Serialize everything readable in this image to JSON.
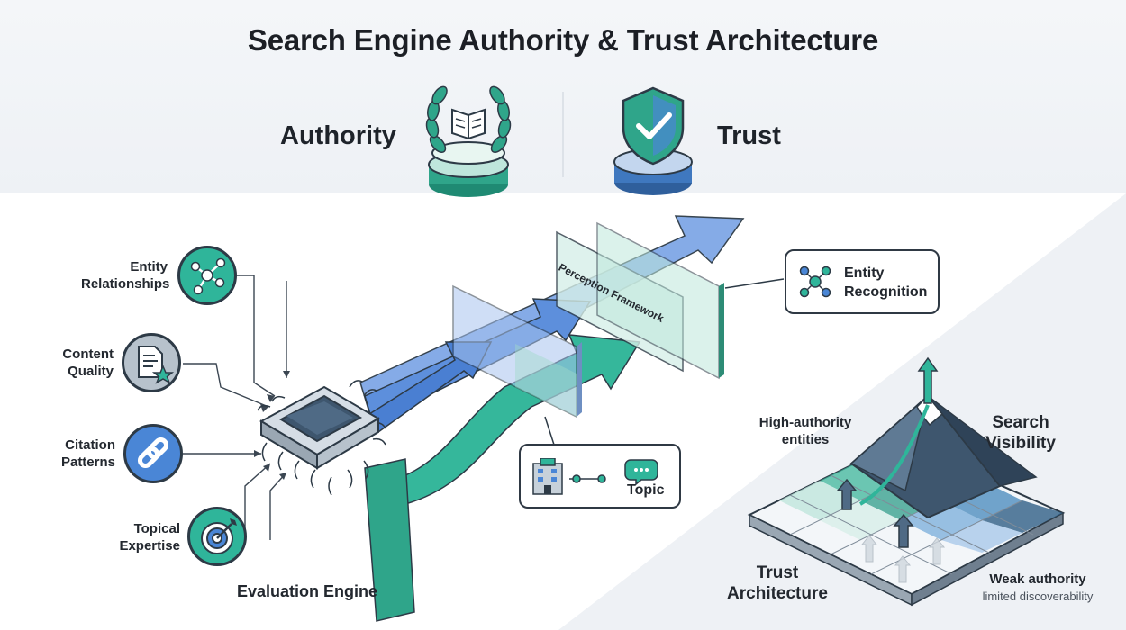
{
  "title": "Search Engine Authority & Trust Architecture",
  "header": {
    "authority_label": "Authority",
    "trust_label": "Trust"
  },
  "inputs": [
    {
      "label_line1": "Entity",
      "label_line2": "Relationships",
      "icon": "network-nodes-icon",
      "color": "#2fb59a"
    },
    {
      "label_line1": "Content",
      "label_line2": "Quality",
      "icon": "document-star-icon",
      "color": "#b7c2cc"
    },
    {
      "label_line1": "Citation",
      "label_line2": "Patterns",
      "icon": "chain-link-icon",
      "color": "#4a86d6"
    },
    {
      "label_line1": "Topical",
      "label_line2": "Expertise",
      "icon": "target-icon",
      "color": "#2fb59a"
    }
  ],
  "engine_label": "Evaluation Engine",
  "framework_label": "Perception Framework",
  "callouts": {
    "entity_recognition_line1": "Entity",
    "entity_recognition_line2": "Recognition",
    "topic": "Topic"
  },
  "landscape": {
    "high_authority_line1": "High-authority",
    "high_authority_line2": "entities",
    "search_visibility_line1": "Search",
    "search_visibility_line2": "Visibility",
    "trust_architecture_line1": "Trust",
    "trust_architecture_line2": "Architecture",
    "weak_authority": "Weak authority",
    "limited_discoverability": "limited discoverability"
  },
  "colors": {
    "teal": "#2fb59a",
    "blue": "#4a86d6",
    "navy": "#2d3a46",
    "slate": "#4f6478"
  }
}
